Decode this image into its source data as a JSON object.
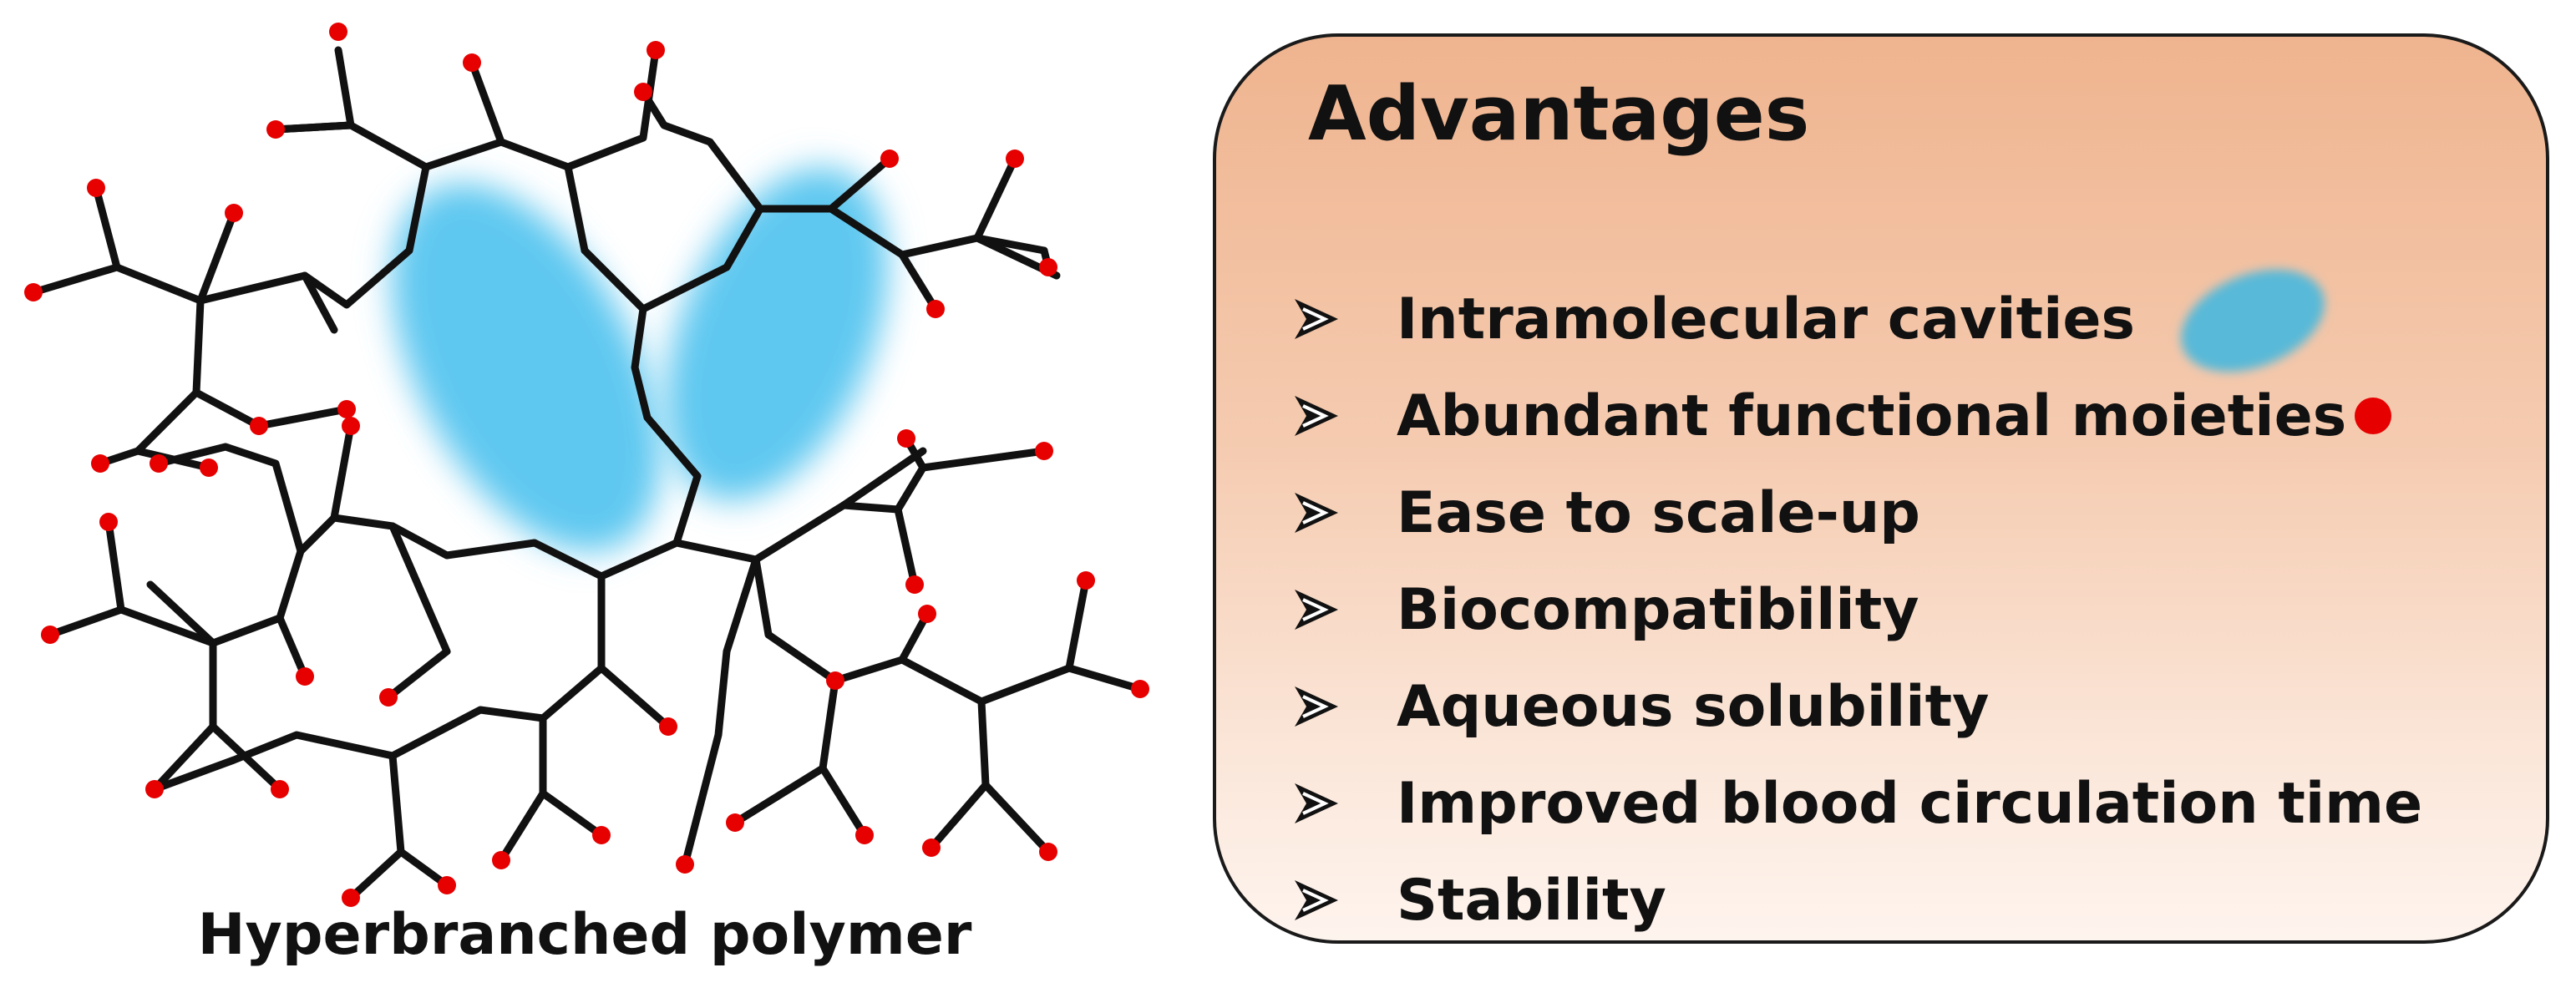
{
  "figure": {
    "caption": "Hyperbranched polymer"
  },
  "advantages": {
    "title": "Advantages",
    "items": [
      {
        "label": "Intramolecular cavities",
        "marker": "cavity"
      },
      {
        "label": "Abundant functional moieties",
        "marker": "dot"
      },
      {
        "label": "Ease to scale-up"
      },
      {
        "label": "Biocompatibility"
      },
      {
        "label": "Aqueous solubility"
      },
      {
        "label": "Improved blood circulation time"
      },
      {
        "label": "Stability"
      }
    ]
  },
  "colors": {
    "bond": "#111111",
    "end_group": "#e60000",
    "cavity": "#5ec8f0",
    "box_border": "#1a1a1a",
    "box_top": "#efb48f",
    "box_bottom": "#fef4ee"
  }
}
